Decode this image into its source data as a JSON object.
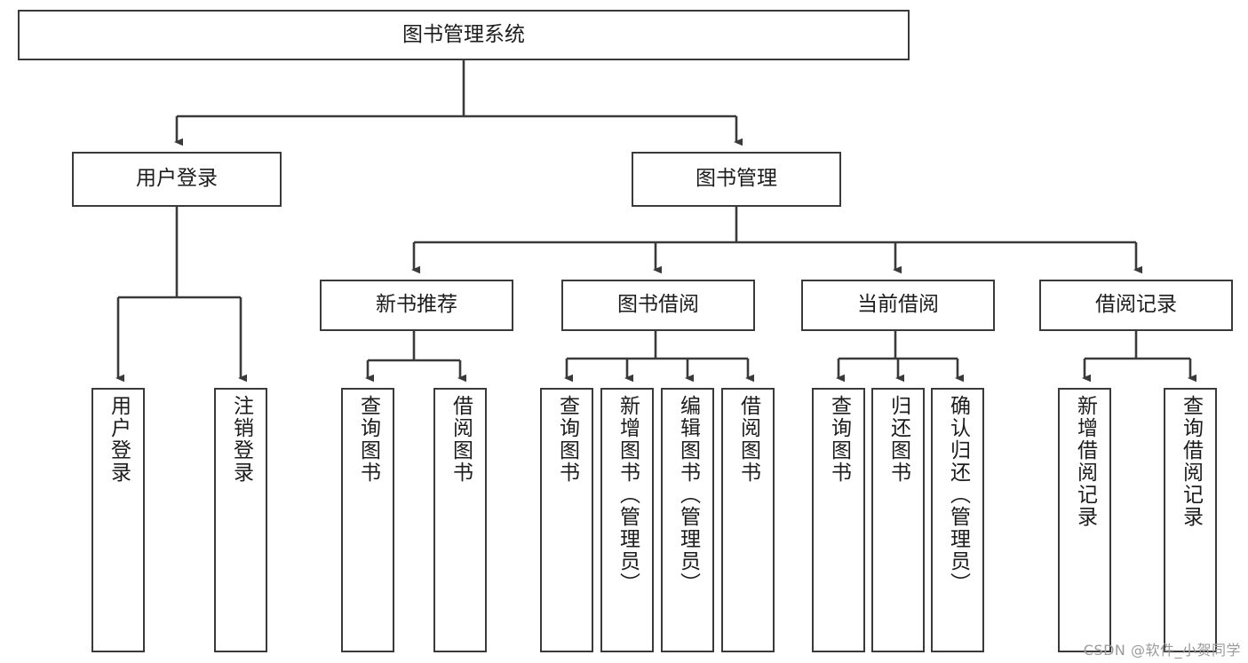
{
  "diagram": {
    "type": "tree",
    "title": "图书管理系统",
    "watermark": "CSDN @软件_小贺同学",
    "colors": {
      "node_border": "#3a3a3a",
      "node_fill": "#ffffff",
      "edge": "#3a3a3a",
      "text": "#1c1c1c",
      "background": "#ffffff",
      "watermark": "#9a9a9a"
    },
    "root": {
      "label": "图书管理系统",
      "orientation": "horizontal"
    },
    "level2": [
      {
        "label": "用户登录",
        "orientation": "horizontal"
      },
      {
        "label": "图书管理",
        "orientation": "horizontal"
      }
    ],
    "level3": [
      {
        "label": "新书推荐",
        "orientation": "horizontal"
      },
      {
        "label": "图书借阅",
        "orientation": "horizontal"
      },
      {
        "label": "当前借阅",
        "orientation": "horizontal"
      },
      {
        "label": "借阅记录",
        "orientation": "horizontal"
      }
    ],
    "leaves": {
      "user_login": [
        {
          "label": "用户登录",
          "orientation": "vertical"
        },
        {
          "label": "注销登录",
          "orientation": "vertical"
        }
      ],
      "new_book_recommend": [
        {
          "label": "查询图书",
          "orientation": "vertical"
        },
        {
          "label": "借阅图书",
          "orientation": "vertical"
        }
      ],
      "book_borrow": [
        {
          "label": "查询图书",
          "orientation": "vertical"
        },
        {
          "label": "新增图书（管理员）",
          "orientation": "vertical"
        },
        {
          "label": "编辑图书（管理员）",
          "orientation": "vertical"
        },
        {
          "label": "借阅图书",
          "orientation": "vertical"
        }
      ],
      "current_borrow": [
        {
          "label": "查询图书",
          "orientation": "vertical"
        },
        {
          "label": "归还图书",
          "orientation": "vertical"
        },
        {
          "label": "确认归还（管理员）",
          "orientation": "vertical"
        }
      ],
      "borrow_record": [
        {
          "label": "新增借阅记录",
          "orientation": "vertical"
        },
        {
          "label": "查询借阅记录",
          "orientation": "vertical"
        }
      ]
    }
  }
}
